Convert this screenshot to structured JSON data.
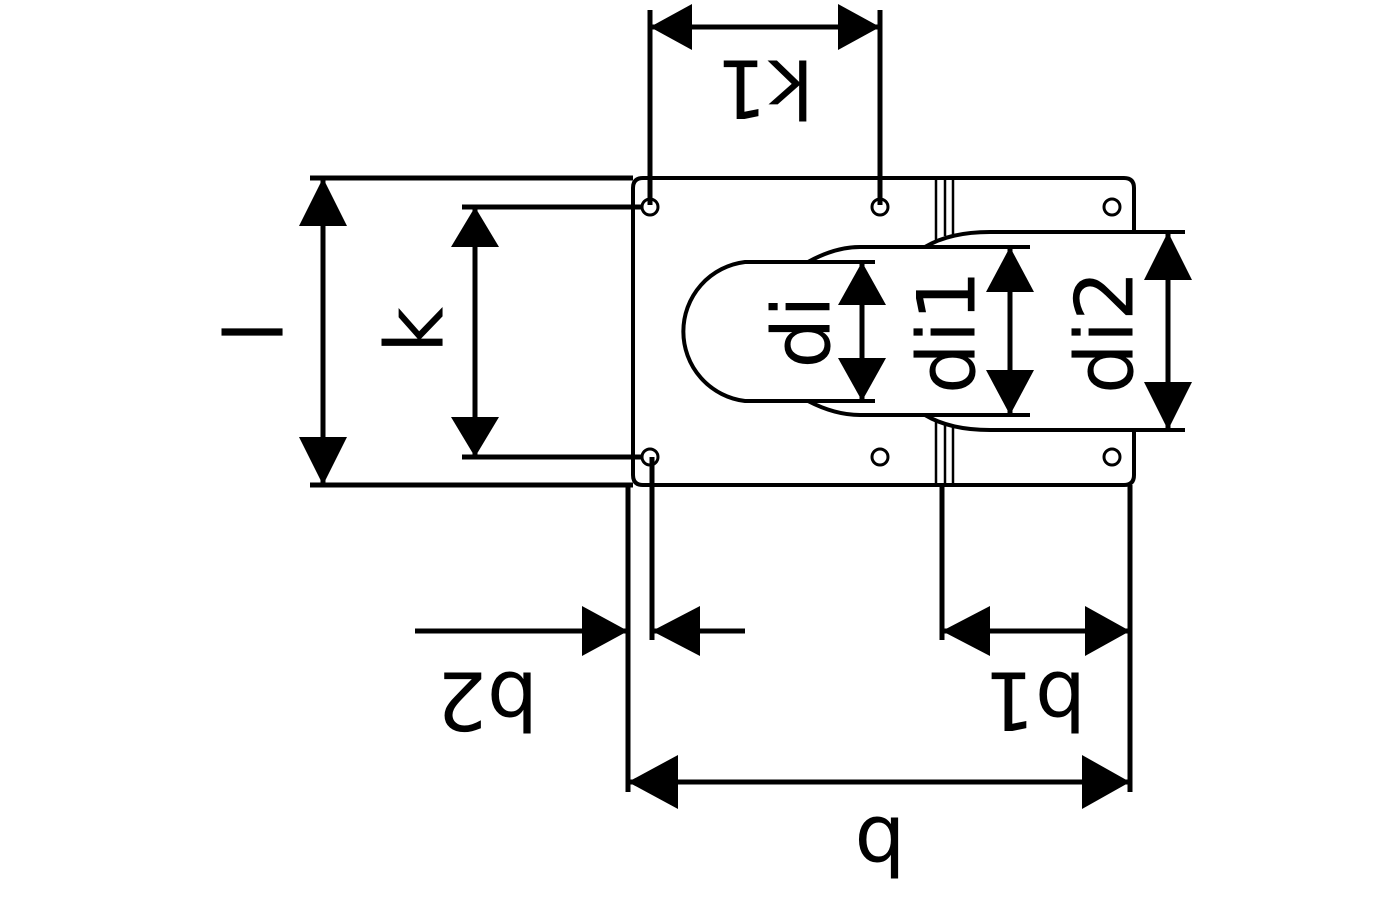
{
  "labels": {
    "k1": "k1",
    "l": "l",
    "k": "k",
    "di": "di",
    "di1": "di1",
    "di2": "di2",
    "b2": "b2",
    "b1": "b1",
    "b": "b"
  }
}
